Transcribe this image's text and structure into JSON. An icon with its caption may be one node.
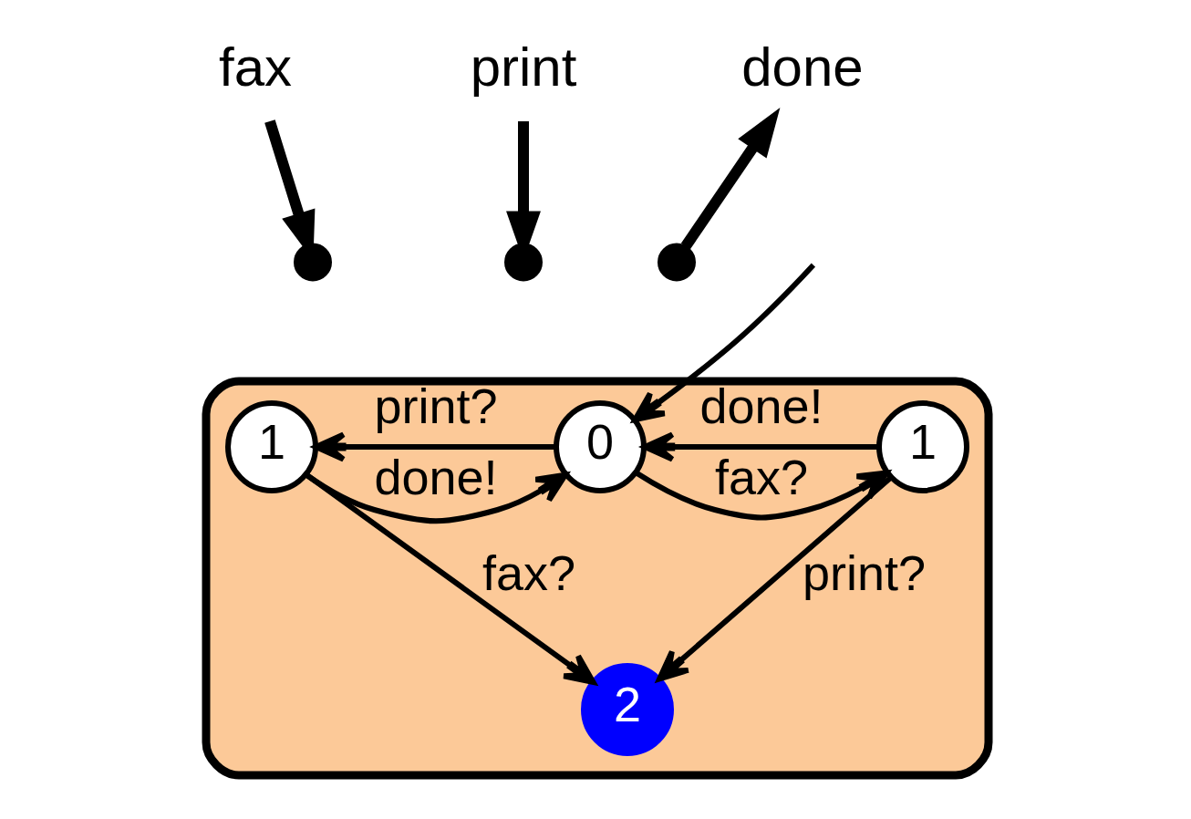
{
  "diagram": {
    "nodes": [
      {
        "text": [],
        "shape": "box"
      },
      {
        "text": [
          "fax"
        ]
      },
      {
        "text": [
          "print"
        ]
      },
      {
        "text": [
          "done"
        ]
      },
      {
        "text": [],
        "shape": "circle"
      },
      {
        "text": [],
        "shape": "circle"
      },
      {
        "text": [],
        "shape": "circle"
      },
      {
        "text": [
          "1"
        ],
        "in": 0
      },
      {
        "text": [
          "0"
        ],
        "in": 0
      },
      {
        "text": [
          "1"
        ],
        "in": 0
      },
      {
        "text": [
          "2"
        ],
        "in": 0
      }
    ],
    "edges": [
      {
        "from": 1,
        "to": 4,
        "arrow": "to",
        "style": "thick"
      },
      {
        "from": 2,
        "to": 5,
        "arrow": "to",
        "style": "thick"
      },
      {
        "from": 6,
        "to": 3,
        "arrow": "to",
        "style": "thick"
      },
      {
        "from": null,
        "to": 8,
        "arrow": "to"
      },
      {
        "from": 7,
        "to": 8,
        "arrow": "to",
        "label": "done!"
      },
      {
        "from": 8,
        "to": 7,
        "arrow": "to",
        "label": "fax?"
      },
      {
        "from": 8,
        "to": 9,
        "arrow": "to",
        "label": "print?"
      },
      {
        "from": 9,
        "to": 8,
        "arrow": "to",
        "label": "done!"
      },
      {
        "from": 7,
        "to": 10,
        "arrow": "to",
        "label": "print?"
      },
      {
        "from": 9,
        "to": 10,
        "arrow": "to",
        "label": "fax?"
      }
    ]
  }
}
